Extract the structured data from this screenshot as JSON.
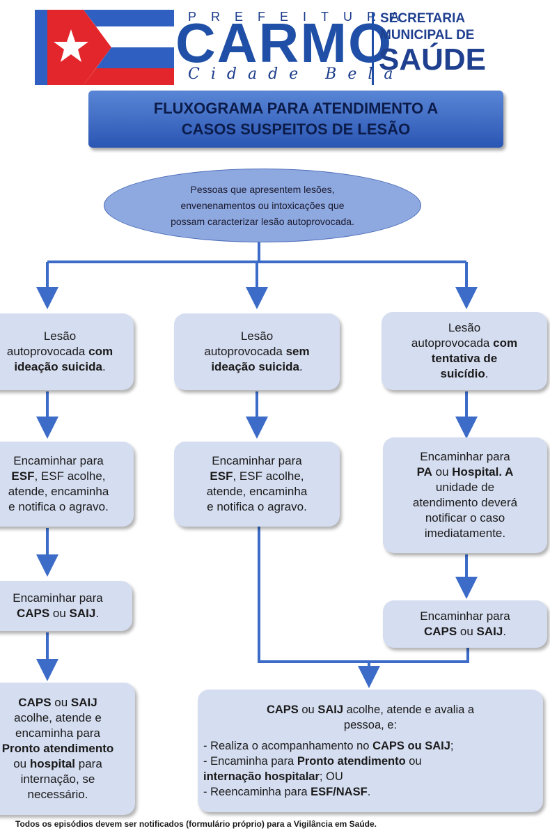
{
  "header": {
    "prefeitura": "PREFEITURA",
    "city": "CARMO",
    "slogan": "Cidade Bela",
    "secretaria_line1": "SECRETARIA",
    "secretaria_line2": "MUNICIPAL DE",
    "secretaria_line3": "SAÚDE",
    "colors": {
      "brand_blue": "#1f4fa6",
      "brand_red": "#e3262b"
    }
  },
  "title": {
    "line1": "FLUXOGRAMA PARA ATENDIMENTO A",
    "line2": "CASOS SUSPEITOS DE LESÃO"
  },
  "start": {
    "line1": "Pessoas que apresentem lesões,",
    "line2": "envenenamentos ou intoxicações que",
    "line3": "possam caracterizar lesão autoprovocada."
  },
  "left": {
    "box1": {
      "l1": "Lesão",
      "l2a": "autoprovocada ",
      "l2b": "com",
      "l3a": "ideação suicida",
      "l3b": "."
    },
    "box2": {
      "l1": "Encaminhar para",
      "l2a": "ESF",
      "l2b": ", ESF acolhe,",
      "l3": "atende, encaminha",
      "l4": "e notifica o agravo."
    },
    "box3": {
      "l1": "Encaminhar para",
      "l2a": "CAPS",
      "l2b": " ou ",
      "l2c": "SAIJ",
      "l2d": "."
    },
    "box4": {
      "l1a": "CAPS",
      "l1b": " ou ",
      "l1c": "SAIJ",
      "l2": "acolhe, atende e",
      "l3": "encaminha para",
      "l4": "Pronto atendimento",
      "l5a": "ou ",
      "l5b": "hospital",
      "l5c": " para",
      "l6": "internação, se",
      "l7": "necessário."
    }
  },
  "middle": {
    "box1": {
      "l1": "Lesão",
      "l2a": "autoprovocada ",
      "l2b": "sem",
      "l3a": "ideação suicida",
      "l3b": "."
    },
    "box2": {
      "l1": "Encaminhar para",
      "l2a": "ESF",
      "l2b": ", ESF acolhe,",
      "l3": "atende, encaminha",
      "l4": "e notifica o agravo."
    }
  },
  "right": {
    "box1": {
      "l1": "Lesão",
      "l2a": "autoprovocada ",
      "l2b": "com",
      "l3": "tentativa de",
      "l4a": "suicídio",
      "l4b": "."
    },
    "box2": {
      "l1": "Encaminhar para",
      "l2a": "PA",
      "l2b": " ou ",
      "l2c": "Hospital",
      "l2d": ". A",
      "l3": "unidade de",
      "l4": "atendimento deverá",
      "l5": "notificar o caso",
      "l6": "imediatamente."
    },
    "box3": {
      "l1": "Encaminhar para",
      "l2a": "CAPS",
      "l2b": " ou ",
      "l2c": "SAIJ",
      "l2d": "."
    }
  },
  "final": {
    "l1a": "CAPS",
    "l1b": " ou ",
    "l1c": "SAIJ",
    "l1d": " acolhe, atende e avalia a",
    "l2": "pessoa, e:",
    "b1a": "- Realiza o acompanhamento no ",
    "b1b": "CAPS ou SAIJ",
    "b1c": ";",
    "b2a": "- Encaminha para ",
    "b2b": "Pronto atendimento",
    "b2c": " ou",
    "b3a": "internação hospitalar",
    "b3b": "; OU",
    "b4a": "- Reencaminha para ",
    "b4b": "ESF/NASF",
    "b4c": "."
  },
  "footer": "Todos os episódios devem ser notificados (formulário próprio) para a Vigilância em Saúde."
}
